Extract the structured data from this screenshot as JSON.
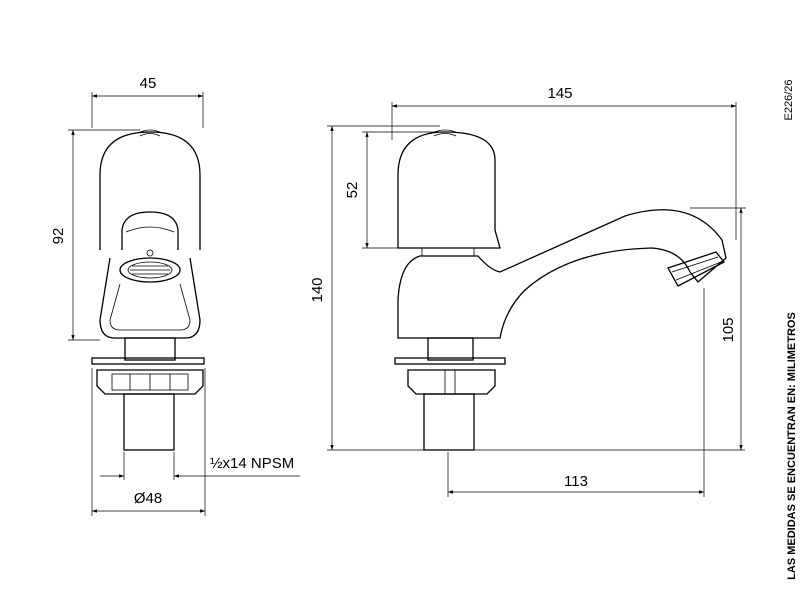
{
  "drawing": {
    "front_view": {
      "width": "45",
      "height": "92",
      "base_diameter": "Ø48",
      "thread": "½x14 NPSM"
    },
    "side_view": {
      "overall_length": "145",
      "handle_height": "52",
      "overall_height": "140",
      "spout_height": "105",
      "spout_reach": "113"
    },
    "reference_code": "E226/26",
    "units_note": "LAS MEDIDAS SE ENCUENTRAN EN: MILIMETROS"
  }
}
